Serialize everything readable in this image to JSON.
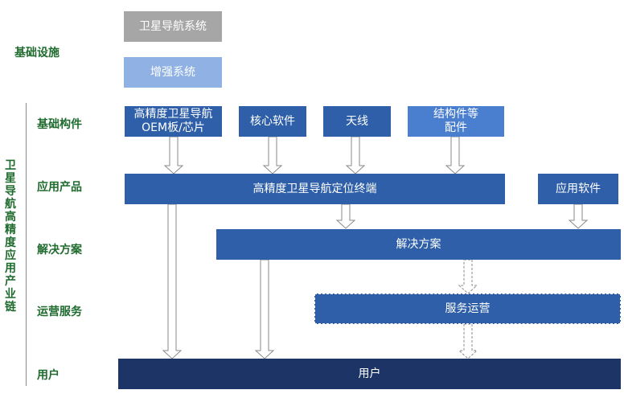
{
  "chain_title": "卫星导航高精度应用产业链",
  "layers": {
    "infrastructure": "基础设施",
    "components": "基础构件",
    "products": "应用产品",
    "solutions": "解决方案",
    "operations": "运营服务",
    "users": "用户"
  },
  "boxes": {
    "gnss": "卫星导航系统",
    "augmentation": "增强系统",
    "oem": "高精度卫星导航\nOEM板/芯片",
    "core_software": "核心软件",
    "antenna": "天线",
    "structural_parts": "结构件等\n配件",
    "terminal": "高精度卫星导航定位终端",
    "app_software": "应用软件",
    "solution": "解决方案",
    "service_ops": "服务运营",
    "user": "用户"
  },
  "colors": {
    "green_label": "#1f6b2e",
    "gray": "#a6a6a6",
    "light_blue": "#8fb1e3",
    "dark_blue": "#2e5fa8",
    "mid_blue": "#4a7fcf",
    "navy": "#1c3566"
  }
}
